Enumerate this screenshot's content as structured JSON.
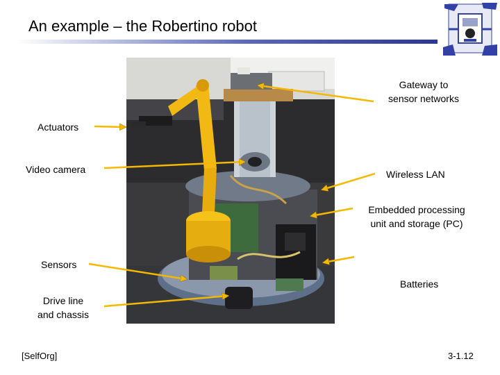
{
  "slide": {
    "title": "An example – the Robertino robot",
    "footer_left": "[SelfOrg]",
    "footer_right": "3-1.12"
  },
  "labels": {
    "gateway_line1": "Gateway to",
    "gateway_line2": "sensor networks",
    "actuators": "Actuators",
    "video_camera": "Video camera",
    "wireless_lan": "Wireless LAN",
    "embedded_line1": "Embedded processing",
    "embedded_line2": "unit and storage (PC)",
    "sensors": "Sensors",
    "batteries": "Batteries",
    "drive_line1": "Drive line",
    "drive_line2": "and chassis"
  },
  "colors": {
    "arrow": "#f5b800",
    "title_rule_dark": "#2b3796",
    "logo_blue": "#3340a6"
  },
  "photo": {
    "subject": "robertino-robot-photo"
  }
}
